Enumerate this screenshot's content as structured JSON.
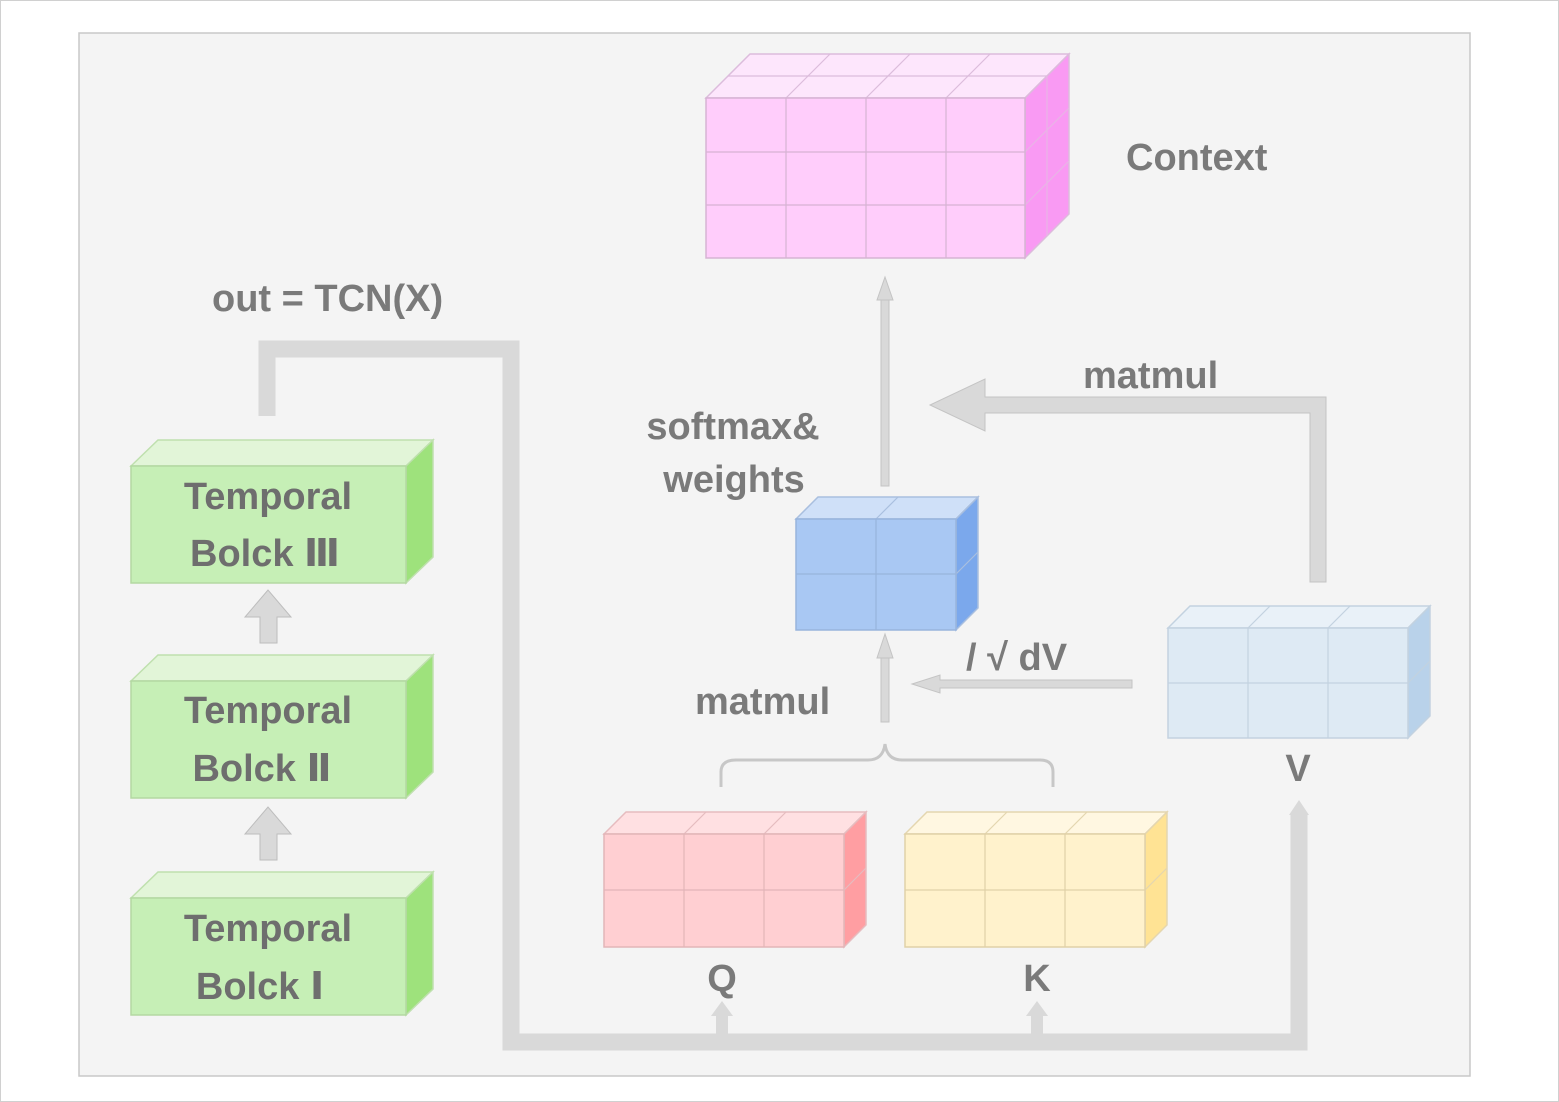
{
  "formula": "out = TCN(X)",
  "blocks": [
    {
      "line1": "Temporal",
      "line2": "Bolck  Ⅲ"
    },
    {
      "line1": "Temporal",
      "line2": "Bolck  Ⅱ"
    },
    {
      "line1": "Temporal",
      "line2": "Bolck  Ⅰ"
    }
  ],
  "context_label": "Context",
  "softmax_label_1": "softmax&",
  "softmax_label_2": "weights",
  "matmul_top": "matmul",
  "matmul_bottom": "matmul",
  "scale_label": "/ √ dV",
  "q_label": "Q",
  "k_label": "K",
  "v_label": "V",
  "colors": {
    "panel": "#f4f4f4",
    "arrow": "#d9d9d9",
    "text": "#7a7a7a",
    "green": "#c6efb6",
    "context": "#ffcdfb",
    "weights": "#a9c8f3",
    "q": "#ffcfd2",
    "k": "#fff2cc",
    "v": "#deeaf4"
  }
}
